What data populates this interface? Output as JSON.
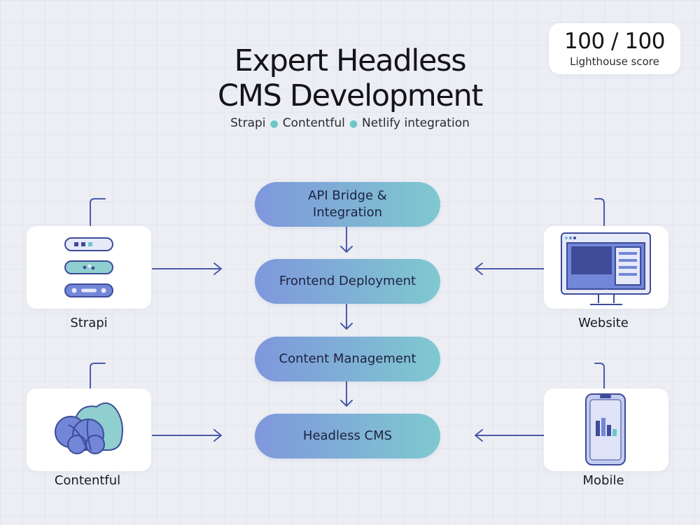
{
  "header": {
    "title_line1": "Expert Headless",
    "title_line2": "CMS Development",
    "subtitle": [
      "Strapi",
      "Contentful",
      "Netlify integration"
    ]
  },
  "score": {
    "value": "100 / 100",
    "label": "Lighthouse score"
  },
  "pipeline": [
    {
      "label": "API Bridge & Integration"
    },
    {
      "label": "Frontend Deployment"
    },
    {
      "label": "Content Management"
    },
    {
      "label": "Headless CMS"
    }
  ],
  "sources": [
    {
      "label": "Strapi",
      "icon": "server-stack-icon"
    },
    {
      "label": "Contentful",
      "icon": "cloud-icon"
    }
  ],
  "outputs": [
    {
      "label": "Website",
      "icon": "monitor-icon"
    },
    {
      "label": "Mobile",
      "icon": "smartphone-icon"
    }
  ],
  "colors": {
    "accent_blue": "#4a5aa8",
    "pill_start": "#7f97dc",
    "pill_end": "#7fc9cf",
    "teal": "#6cc8c4",
    "icon_blue": "#7387d8"
  }
}
